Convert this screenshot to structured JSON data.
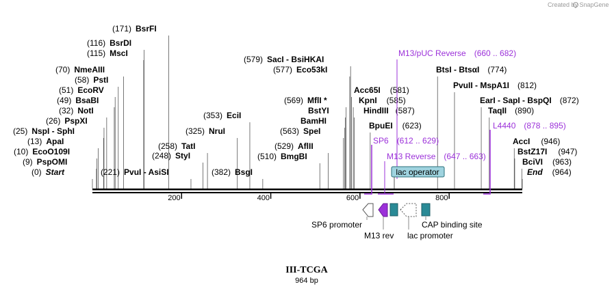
{
  "credit": "Created by SnapGene",
  "title": "III-TCGA",
  "length": "964 bp",
  "ticks": [
    {
      "value": 200,
      "label": "200"
    },
    {
      "value": 400,
      "label": "400"
    },
    {
      "value": 600,
      "label": "600"
    },
    {
      "value": 800,
      "label": "800"
    }
  ],
  "sites": [
    {
      "pos": 0,
      "num": "(0)",
      "name": "Start",
      "italic": true
    },
    {
      "pos": 9,
      "num": "(9)",
      "name": "PspOMI"
    },
    {
      "pos": 10,
      "num": "(10)",
      "name": "EcoO109I"
    },
    {
      "pos": 13,
      "num": "(13)",
      "name": "ApaI"
    },
    {
      "pos": 25,
      "num": "(25)",
      "name": "NspI - SphI"
    },
    {
      "pos": 26,
      "num": "(26)",
      "name": "PspXI"
    },
    {
      "pos": 32,
      "num": "(32)",
      "name": "NotI"
    },
    {
      "pos": 49,
      "num": "(49)",
      "name": "BsaBI"
    },
    {
      "pos": 51,
      "num": "(51)",
      "name": "EcoRV"
    },
    {
      "pos": 58,
      "num": "(58)",
      "name": "PstI"
    },
    {
      "pos": 70,
      "num": "(70)",
      "name": "NmeAIII"
    },
    {
      "pos": 115,
      "num": "(115)",
      "name": "MscI"
    },
    {
      "pos": 116,
      "num": "(116)",
      "name": "BsrDI"
    },
    {
      "pos": 171,
      "num": "(171)",
      "name": "BsrFI"
    },
    {
      "pos": 221,
      "num": "(221)",
      "name": "PvuI - AsiSI"
    },
    {
      "pos": 248,
      "num": "(248)",
      "name": "StyI"
    },
    {
      "pos": 258,
      "num": "(258)",
      "name": "TatI"
    },
    {
      "pos": 325,
      "num": "(325)",
      "name": "NruI"
    },
    {
      "pos": 353,
      "num": "(353)",
      "name": "EciI"
    },
    {
      "pos": 382,
      "num": "(382)",
      "name": "BsgI"
    },
    {
      "pos": 510,
      "num": "(510)",
      "name": "BmgBI"
    },
    {
      "pos": 529,
      "num": "(529)",
      "name": "AflII"
    },
    {
      "pos": 563,
      "num": "(563)",
      "name": "SpeI"
    },
    {
      "pos": 566,
      "num": "",
      "name": "BamHI"
    },
    {
      "pos": 567,
      "num": "",
      "name": "BstYI"
    },
    {
      "pos": 569,
      "num": "(569)",
      "name": "MflI *"
    },
    {
      "pos": 577,
      "num": "(577)",
      "name": "Eco53kI"
    },
    {
      "pos": 579,
      "num": "(579)",
      "name": "SacI - BsiHKAI"
    },
    {
      "pos": 581,
      "num": "(581)",
      "name": "Acc65I"
    },
    {
      "pos": 585,
      "num": "(585)",
      "name": "KpnI"
    },
    {
      "pos": 587,
      "num": "(587)",
      "name": "HindIII"
    },
    {
      "pos": 623,
      "num": "(623)",
      "name": "BpuEI"
    },
    {
      "pos": 774,
      "num": "(774)",
      "name": "BtsI - BtsαI"
    },
    {
      "pos": 812,
      "num": "(812)",
      "name": "PvuII - MspA1I"
    },
    {
      "pos": 872,
      "num": "(872)",
      "name": "EarI - SapI - BspQI"
    },
    {
      "pos": 890,
      "num": "(890)",
      "name": "TaqII"
    },
    {
      "pos": 946,
      "num": "(946)",
      "name": "AccI"
    },
    {
      "pos": 947,
      "num": "(947)",
      "name": "BstZ17I"
    },
    {
      "pos": 963,
      "num": "(963)",
      "name": "BciVI"
    },
    {
      "pos": 964,
      "num": "(964)",
      "name": "End",
      "italic": true
    }
  ],
  "primers": [
    {
      "name": "M13/pUC Reverse",
      "range": "(660 .. 682)"
    },
    {
      "name": "L4440",
      "range": "(878 .. 895)"
    },
    {
      "name": "SP6",
      "range": "(612 .. 629)"
    },
    {
      "name": "M13 Reverse",
      "range": "(647 .. 663)"
    }
  ],
  "features": {
    "lac_operator": "lac operator",
    "sp6_promoter": "SP6 promoter",
    "m13_rev": "M13 rev",
    "lac_promoter": "lac promoter",
    "cap_site": "CAP binding site"
  },
  "colors": {
    "primer": "#9b30d9",
    "feature_teal": "#2a8a96",
    "lac_operator_fill": "#9fd3df",
    "backbone": "#000000"
  }
}
